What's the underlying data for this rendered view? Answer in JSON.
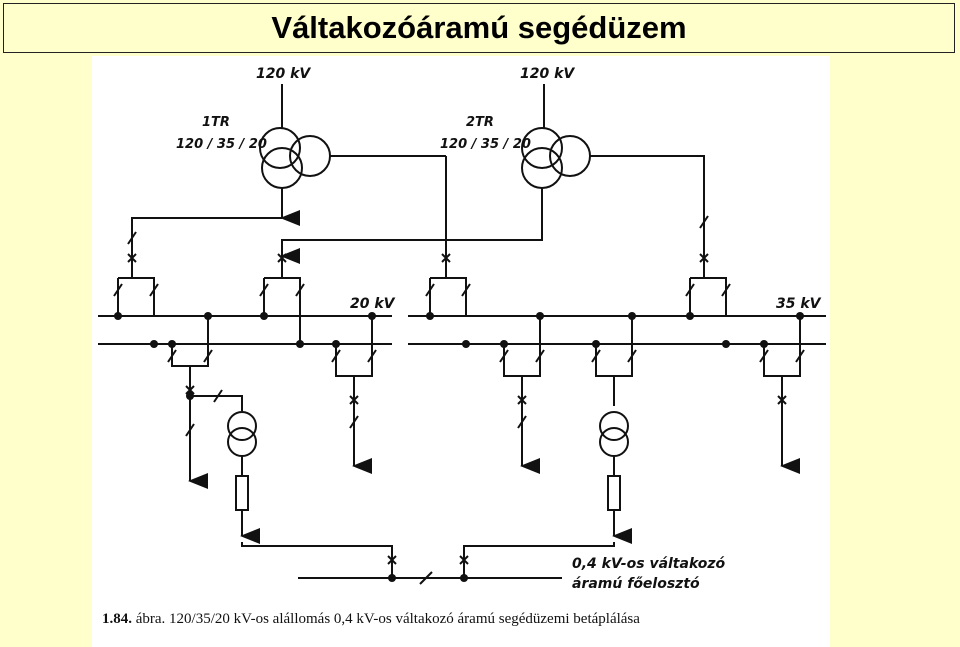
{
  "title": "Váltakozóáramú segédüzem",
  "labels": {
    "feed_left": "120 kV",
    "feed_right": "120 kV",
    "tr1_name": "1TR",
    "tr1_ratio": "120 / 35 / 20",
    "tr2_name": "2TR",
    "tr2_ratio": "120 / 35 / 20",
    "bus_20": "20 kV",
    "bus_35": "35 kV",
    "lv_line1": "0,4 kV-os váltakozó",
    "lv_line2": "áramú főelosztó"
  },
  "caption": {
    "number": "1.84.",
    "text": "ábra. 120/35/20 kV-os alállomás 0,4 kV-os váltakozó áramú segédüzemi betáplálása"
  }
}
